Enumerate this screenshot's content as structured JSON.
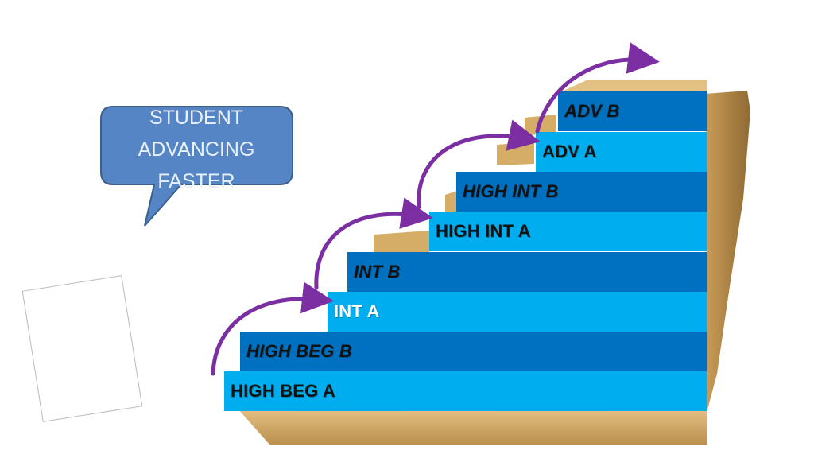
{
  "diagram": {
    "steps": [
      {
        "label": "HIGH BEG A",
        "italic": false,
        "fill": "#00aeef",
        "text_color": "#111111"
      },
      {
        "label": "HIGH BEG B",
        "italic": true,
        "fill": "#0070c0",
        "text_color": "#111111"
      },
      {
        "label": "INT A",
        "italic": false,
        "fill": "#00aeef",
        "text_color": "#ffffff"
      },
      {
        "label": "INT B",
        "italic": true,
        "fill": "#0070c0",
        "text_color": "#111111"
      },
      {
        "label": "HIGH INT A",
        "italic": false,
        "fill": "#00aeef",
        "text_color": "#111111"
      },
      {
        "label": "HIGH INT B",
        "italic": true,
        "fill": "#0070c0",
        "text_color": "#111111"
      },
      {
        "label": "ADV A",
        "italic": false,
        "fill": "#00aeef",
        "text_color": "#111111"
      },
      {
        "label": "ADV B",
        "italic": true,
        "fill": "#0070c0",
        "text_color": "#111111"
      }
    ],
    "callout": {
      "lines": [
        "STUDENT",
        "ADVANCING",
        "FASTER"
      ],
      "fill": "#5585c5",
      "stroke": "#3d5f8c"
    },
    "arrow_color": "#7b2fa3",
    "stair_wood_color": "#d8b46f"
  }
}
